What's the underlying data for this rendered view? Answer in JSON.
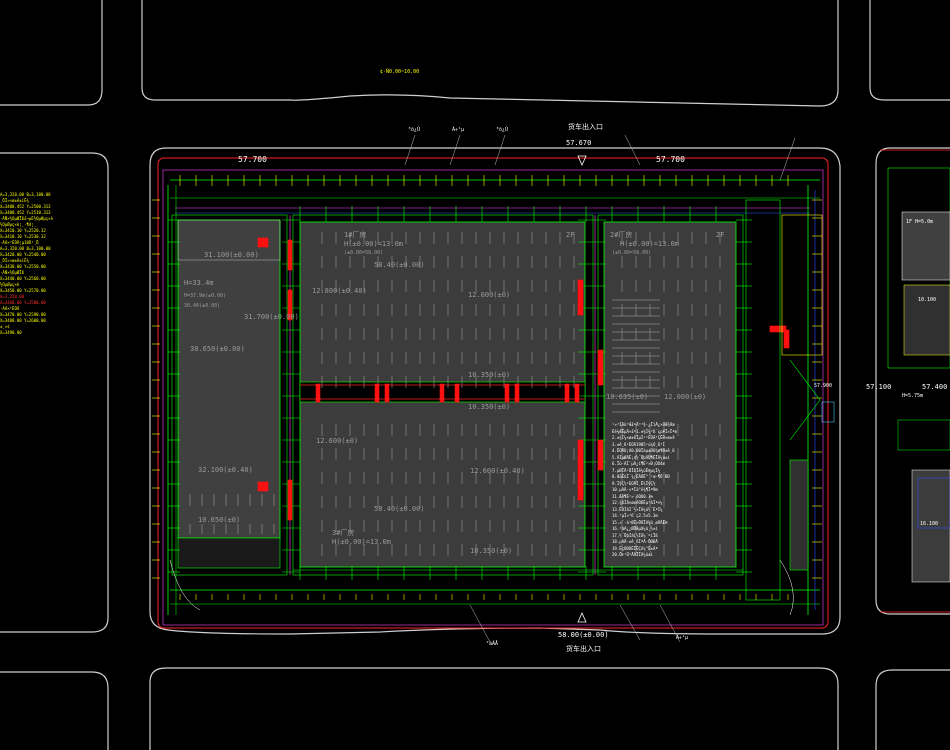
{
  "drawing": {
    "top_note": "¢·Ñ0.00~10.00",
    "elevations": {
      "north_left": "57.700",
      "north_right": "57.700",
      "north_gate": "57.670",
      "east_upper": "57.100",
      "east_lower": "57.400",
      "east_mid": "57.900",
      "south_gate": "58.00(±0.00)",
      "east_building": "16.100",
      "east_building2": "10.100"
    },
    "gate_labels": {
      "north": "货车出入口",
      "south": "货车出入口"
    },
    "zones": {
      "west_title": "31.100(±0.00)",
      "west_height1": "H=33.4m",
      "west_height2": "H=37.9m(±0.00)",
      "west_grade": "30.40(±0.00)",
      "west_level1": "31.700(±0.00)",
      "west_level2": "30.650(±0.00)",
      "west_level3": "32.100(±0.40)",
      "west_level4": "10.650(±0)",
      "center_title": "1#厂房",
      "center_height": "H(±0.00)=13.0m",
      "center_sub": "(±0.00=58.00)",
      "center_level1": "58.40(±0.00)",
      "center_level2": "12.800(±0.40)",
      "center_level3": "12.600(±0)",
      "center_level4": "10.350(±0)",
      "center_level5": "12.600(±0.40)",
      "center_level6": "12.000(±0)",
      "center_level7": "58.40(±0.00)",
      "center_level8": "10.350(±0)",
      "center_bottom_title": "3#厂房",
      "center_bottom_height": "H(±0.00)=13.0m",
      "east_title": "2#厂房",
      "east_height": "H(±0.00)=13.0m",
      "east_sub": "(±0.00=58.00)",
      "east_level1": "12.000(±0)",
      "east_level2": "10.635(±0)",
      "east_floor_tag": "2F",
      "center_floor_tag": "2F"
    },
    "legend_lines": [
      "¹¤³ÌÃû³Æ£ºÄ³³§·¿ÏîÄ¿×ÜÆ½Ãæ",
      "Éè¼ÆËµÃ÷£º1.±¾Í¼³ß´çµ¥Î»Îªm",
      "2.±¾Í¼×ø±êÏµÍ³²ÉÓÃ³ÇÊÐ×ø±ê",
      "3.±ê¸ß²ÉÓÃ1985¹ú¼Ò¸ß³Ì",
      "4.ÊÒÄÚ¡À0.00Ïàµ±ÓÚ¾ø¶Ô±ê¸ß",
      "5.ÂÌµØÂÊ¡¢½¨ÖþÃÜ¶ÈÏê¼û±í",
      "6.Ïû·ÀÍ¨µÀ¿í¶È²»Ð¡ÓÚ4m",
      "7.µØÏÂ¹ÜÏßÏê¼ûË®µçÍ¼",
      "8.ÆäËûÎ´¾¡ÊÂÒË°´¹æ·¶Ö´ÐÐ",
      "9.Î§Ç½²ÉÓÃÍ¸Ê½Î§Ç½",
      "10.µÀÂ·×ªÍä°ë¾¶Îª9m",
      "11.ÆÂ¶È²»´óÓÚ0.3%",
      "12.¾ßÌå×ø±êÒÔÊµ²âÎª×¼",
      "13.ÊÒÍâÌ¨½×Ïê¼û½¨ÊªÍ¼",
      "14.³µÎ»³ß´ç2.5x5.3m",
      "15.»¯·à³ØÎ»ÖÃÏê¼û¸øÅÅË®",
      "16.²âÁ¿¿ØÖÆµã¼û¸½±í",
      "17.½¨ÖþÍâÇ½Ïß¼´ºìÏß",
      "18.µÀÂ·±ê¸ßÎªÂ·ÖÐÐÄ",
      "19.ÈçÓÐÒÉÎÊÇë¼°Ê±Áª",
      "20.Ö÷¹Ü²ÄÁÏÏê¼û±í"
    ],
    "left_notes": [
      "A=3,320.00 B=3,100.00",
      "¸ÖÎ»×ø±ê±íÊ¾",
      "X=3400.452 Y=2500.313",
      "X=3400.452 Y=2510.313",
      "·ÀÑ×½ÓµØÏß£¬µÈ½ÓµØµç×è",
      "½ÓµØµç×è¦¸·¶4¦¸",
      "X=3410.10 Y=2520.32",
      "X=3410.10 Y=2530.32",
      "·ÀÀ×²ÉÓÃ¦µ10Ô²¸Ö",
      "A=3,320.00 B=3,100.00",
      "X=3420.00 Y=2540.00",
      "¸ÖÎ»×ø±ê±íÊ¾",
      "X=3430.00 Y=2550.00",
      "·ÀÑ×½ÓµØÏß",
      "X=3440.00 Y=2560.00",
      "½ÓµØµç×è",
      "X=3450.00 Y=2570.00",
      "A=3,320.00",
      "X=3460.00 Y=2580.00",
      "·ÀÀ×²ÉÓÃ",
      "X=3470.00 Y=2590.00",
      "X=3480.00 Y=2600.00",
      "±¸×¢",
      "X=3490.00"
    ],
    "callouts": {
      "north1": "³ö¿Ú",
      "north2": "Ã÷¹µ",
      "north3": "³ö¿Ú",
      "south1": "²àÃÅ",
      "south2": "Ã÷¹µ"
    },
    "east_panel": {
      "tag1": "1F H=5.0m",
      "tag2": "H=5.75m"
    }
  },
  "colors": {
    "background": "#000000",
    "road": "#cfcfcf",
    "building_fill": "#3f3f3f",
    "green_line": "#00ff00",
    "red_line": "#ff0000",
    "yellow": "#ffff00",
    "magenta": "#ff00ff",
    "blue": "#3050ff"
  }
}
